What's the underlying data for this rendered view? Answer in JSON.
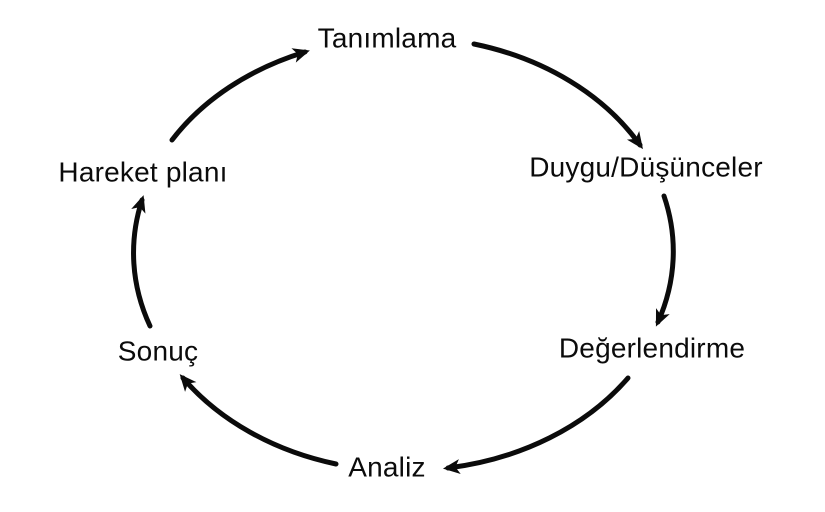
{
  "diagram": {
    "type": "cycle",
    "direction": "clockwise",
    "background_color": "#ffffff",
    "stroke_color": "#0b0b0b",
    "text_color": "#0b0b0b",
    "nodes": [
      {
        "id": "tanimlama",
        "label": "Tanımlama"
      },
      {
        "id": "duygu-dusunceler",
        "label": "Duygu/Düşünceler"
      },
      {
        "id": "degerlendirme",
        "label": "Değerlendirme"
      },
      {
        "id": "analiz",
        "label": "Analiz"
      },
      {
        "id": "sonuc",
        "label": "Sonuç"
      },
      {
        "id": "hareket-plani",
        "label": "Hareket planı"
      }
    ],
    "edges": [
      {
        "from": "Tanımlama",
        "to": "Duygu/Düşünceler"
      },
      {
        "from": "Duygu/Düşünceler",
        "to": "Değerlendirme"
      },
      {
        "from": "Değerlendirme",
        "to": "Analiz"
      },
      {
        "from": "Analiz",
        "to": "Sonuç"
      },
      {
        "from": "Sonuç",
        "to": "Hareket planı"
      },
      {
        "from": "Hareket planı",
        "to": "Tanımlama"
      }
    ]
  }
}
